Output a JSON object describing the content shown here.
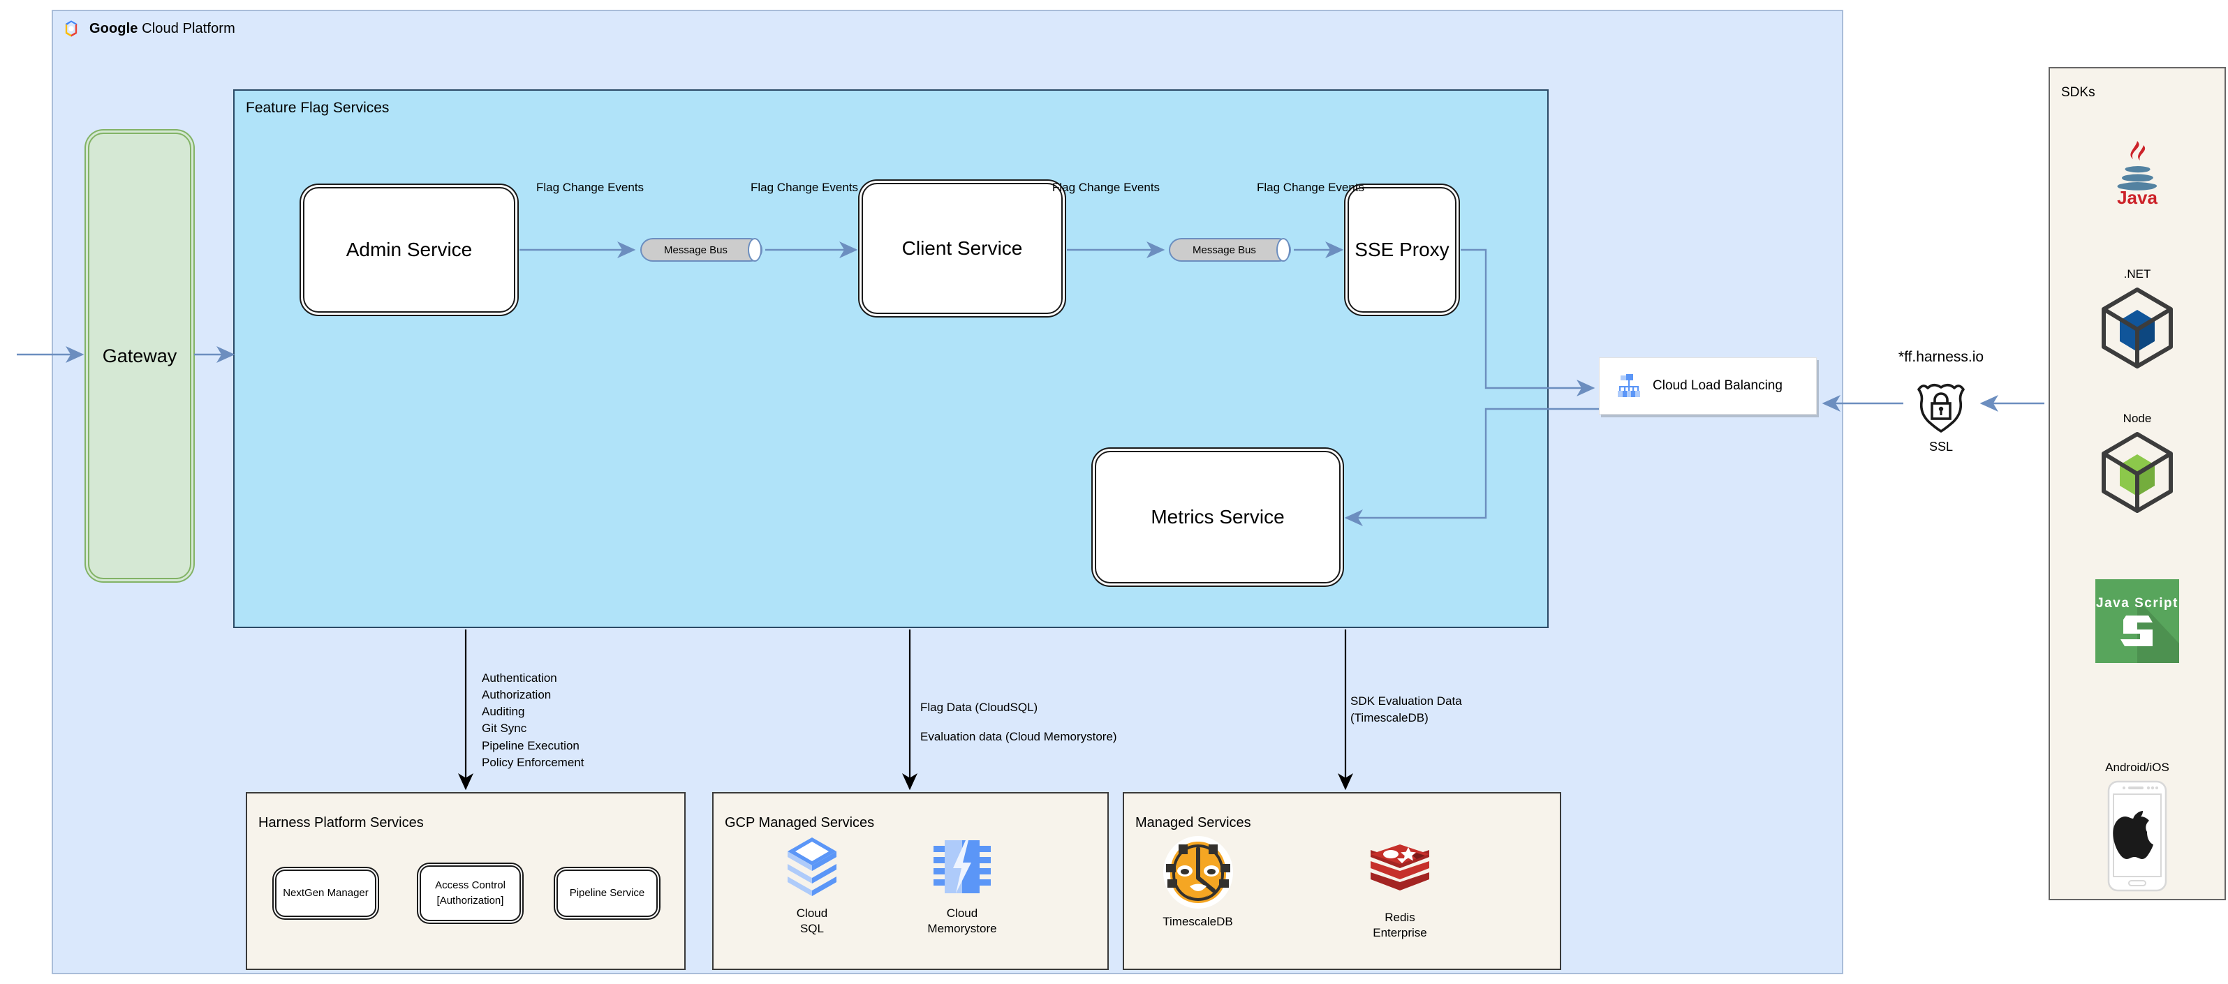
{
  "gcp": {
    "title_bold": "Google",
    "title_rest": " Cloud Platform",
    "logo_icon": "google-cloud-logo-icon"
  },
  "gateway": {
    "label": "Gateway"
  },
  "feature_flag_services": {
    "title": "Feature Flag Services",
    "services": [
      {
        "id": "admin",
        "label": "Admin Service"
      },
      {
        "id": "client",
        "label": "Client Service"
      },
      {
        "id": "sse",
        "label": "SSE\nProxy"
      },
      {
        "id": "metrics",
        "label": "Metrics Service"
      }
    ],
    "message_buses": [
      {
        "id": "bus1",
        "label": "Message Bus"
      },
      {
        "id": "bus2",
        "label": "Message Bus"
      }
    ],
    "flow_labels": [
      "Flag\nChange\nEvents",
      "Flag\nChange\nEvents",
      "Flag\nChange\nEvents",
      "Flag\nChange\nEvents"
    ]
  },
  "load_balancer": {
    "label": "Cloud Load Balancing",
    "icon": "cloud-load-balancing-icon"
  },
  "ssl": {
    "domain": "*ff.harness.io",
    "label": "SSL",
    "icon": "ssl-shield-lock-icon"
  },
  "annotations": {
    "harness_platform": "Authentication\nAuthorization\nAuditing\nGit Sync\nPipeline Execution\nPolicy Enforcement",
    "flag_data": "Flag Data (CloudSQL)\nEvaluation data (Cloud Memorystore)",
    "sdk_eval": "SDK Evaluation Data\n(TimescaleDB)"
  },
  "bottom_panels": [
    {
      "id": "harness-platform-services",
      "title": "Harness Platform Services",
      "items": [
        {
          "label": "NextGen Manager"
        },
        {
          "label": "Access Control\n[Authorization]"
        },
        {
          "label": "Pipeline Service"
        }
      ]
    },
    {
      "id": "gcp-managed-services",
      "title": "GCP Managed Services",
      "items": [
        {
          "label": "Cloud\nSQL",
          "icon": "cloud-sql-icon"
        },
        {
          "label": "Cloud\nMemorystore",
          "icon": "cloud-memorystore-icon"
        }
      ]
    },
    {
      "id": "managed-services",
      "title": "Managed Services",
      "items": [
        {
          "label": "TimescaleDB",
          "icon": "timescaledb-tiger-icon"
        },
        {
          "label": "Redis\nEnterprise",
          "icon": "redis-icon"
        }
      ]
    }
  ],
  "sdks": {
    "title": "SDKs",
    "items": [
      {
        "label": "",
        "name": "java",
        "icon": "java-logo-icon"
      },
      {
        "label": ".NET",
        "name": "dotnet",
        "icon": "dotnet-cube-icon"
      },
      {
        "label": "Node",
        "name": "node",
        "icon": "node-cube-icon"
      },
      {
        "label": "",
        "name": "javascript",
        "icon": "javascript-logo-icon"
      },
      {
        "label": "Android/iOS",
        "name": "mobile",
        "icon": "mobile-phone-apple-icon"
      }
    ]
  },
  "colors": {
    "gcp_background": "#dae8fc",
    "ffs_background": "#b0e3f9",
    "panel_background": "#f7f3eb",
    "gateway_fill": "#d5e8d4",
    "gateway_stroke": "#82b366",
    "arrow_blue": "#6c8ebf",
    "arrow_black": "#000000"
  }
}
